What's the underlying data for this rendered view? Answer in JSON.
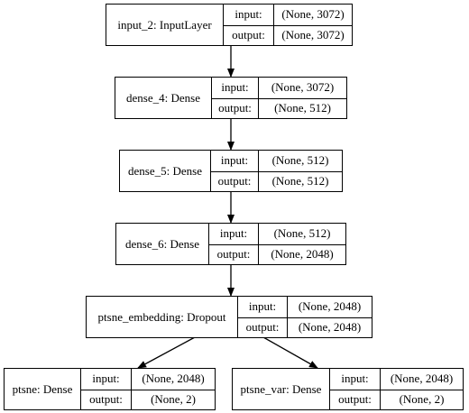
{
  "nodes": {
    "input_2": {
      "name": "input_2: InputLayer",
      "input_label": "input:",
      "input_shape": "(None, 3072)",
      "output_label": "output:",
      "output_shape": "(None, 3072)"
    },
    "dense_4": {
      "name": "dense_4: Dense",
      "input_label": "input:",
      "input_shape": "(None, 3072)",
      "output_label": "output:",
      "output_shape": "(None, 512)"
    },
    "dense_5": {
      "name": "dense_5: Dense",
      "input_label": "input:",
      "input_shape": "(None, 512)",
      "output_label": "output:",
      "output_shape": "(None, 512)"
    },
    "dense_6": {
      "name": "dense_6: Dense",
      "input_label": "input:",
      "input_shape": "(None, 512)",
      "output_label": "output:",
      "output_shape": "(None, 2048)"
    },
    "ptsne_embedding": {
      "name": "ptsne_embedding: Dropout",
      "input_label": "input:",
      "input_shape": "(None, 2048)",
      "output_label": "output:",
      "output_shape": "(None, 2048)"
    },
    "ptsne": {
      "name": "ptsne: Dense",
      "input_label": "input:",
      "input_shape": "(None, 2048)",
      "output_label": "output:",
      "output_shape": "(None, 2)"
    },
    "ptsne_var": {
      "name": "ptsne_var: Dense",
      "input_label": "input:",
      "input_shape": "(None, 2048)",
      "output_label": "output:",
      "output_shape": "(None, 2)"
    }
  },
  "edges": [
    [
      "input_2",
      "dense_4"
    ],
    [
      "dense_4",
      "dense_5"
    ],
    [
      "dense_5",
      "dense_6"
    ],
    [
      "dense_6",
      "ptsne_embedding"
    ],
    [
      "ptsne_embedding",
      "ptsne"
    ],
    [
      "ptsne_embedding",
      "ptsne_var"
    ]
  ]
}
